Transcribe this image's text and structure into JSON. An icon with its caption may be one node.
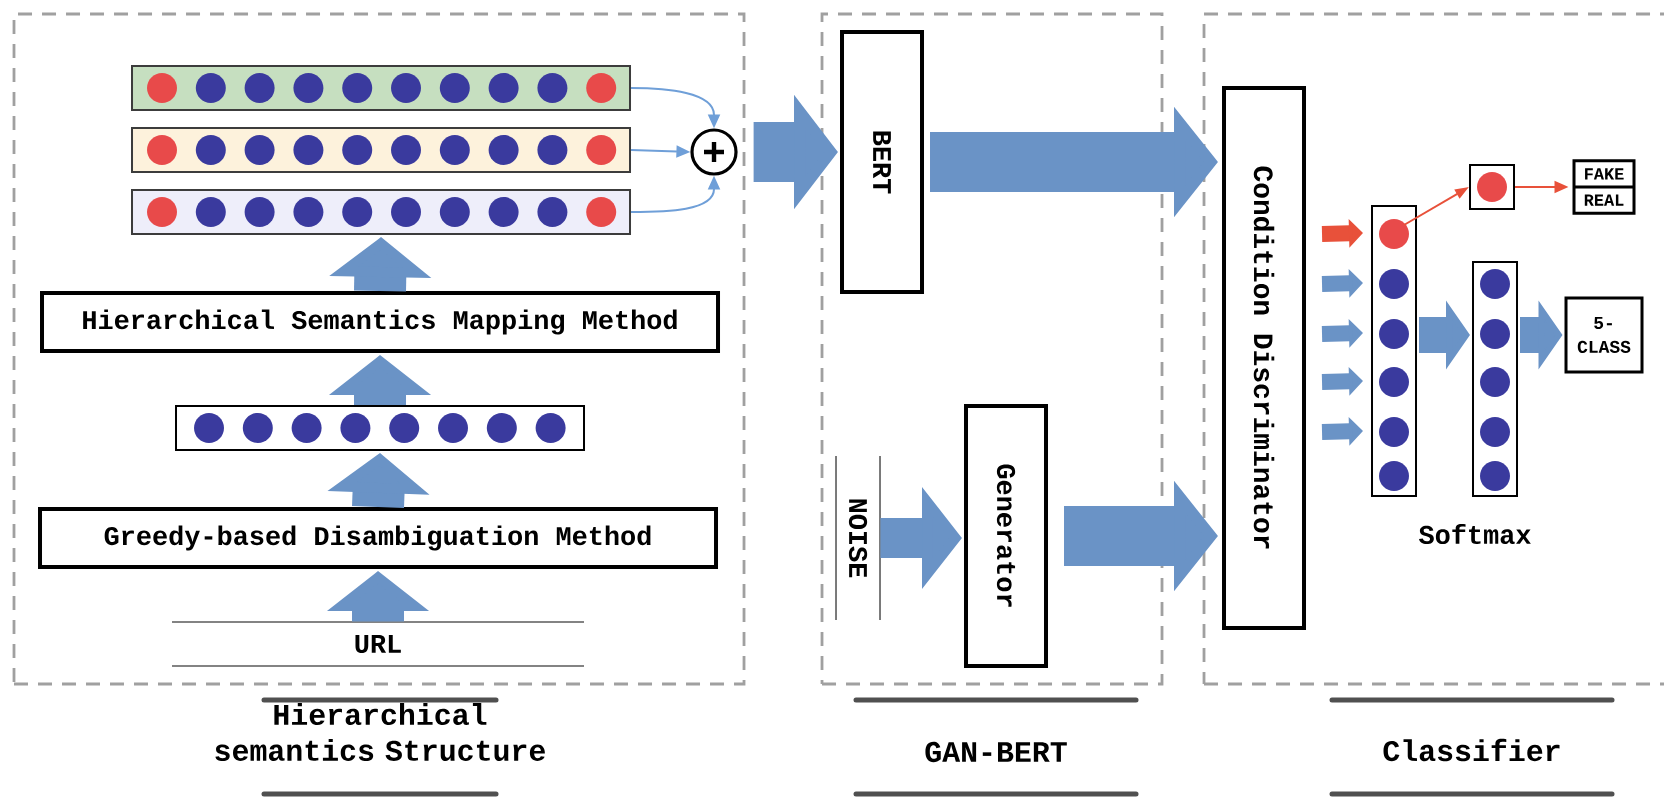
{
  "diagram": {
    "nodes": [
      {
        "text": [
          "Hierarchical semantics Structure"
        ]
      },
      {
        "text": [
          "GAN-BERT"
        ]
      },
      {
        "text": [
          "Classifier"
        ]
      },
      {
        "text": [],
        "shape": "box",
        "in": 0
      },
      {
        "text": [],
        "shape": "box",
        "in": 0
      },
      {
        "text": [],
        "shape": "box",
        "in": 0
      },
      {
        "text": [],
        "shape": "circle",
        "in": 0
      },
      {
        "text": [
          "Hierarchical Semantics Mapping Method"
        ],
        "in": 0
      },
      {
        "text": [],
        "shape": "box",
        "in": 0
      },
      {
        "text": [
          "Greedy-based Disambiguation Method"
        ],
        "in": 0
      },
      {
        "text": [
          "URL"
        ],
        "in": 0
      },
      {
        "text": [
          "BERT"
        ],
        "in": 1
      },
      {
        "text": [
          "NOISE"
        ],
        "in": 1
      },
      {
        "text": [
          "Generator"
        ],
        "in": 1
      },
      {
        "text": [
          "Condition Discriminator"
        ],
        "in": 2
      },
      {
        "text": [],
        "shape": "box",
        "in": 2
      },
      {
        "text": [],
        "shape": "box",
        "in": 2
      },
      {
        "text": [
          "FAKE",
          "REAL"
        ],
        "in": 2
      },
      {
        "text": [],
        "shape": "box",
        "in": 2,
        "beside": [
          "Softmax"
        ]
      },
      {
        "text": [
          "5-CLASS"
        ],
        "in": 2
      }
    ],
    "edges": [
      {
        "from": 3,
        "to": 6,
        "arrow": "to"
      },
      {
        "from": 4,
        "to": 6,
        "arrow": "to"
      },
      {
        "from": 5,
        "to": 6,
        "arrow": "to"
      },
      {
        "from": 6,
        "to": 11,
        "arrow": "to",
        "style": "thick"
      },
      {
        "from": 10,
        "to": 9,
        "arrow": "to",
        "style": "thick"
      },
      {
        "from": 9,
        "to": 8,
        "arrow": "to",
        "style": "thick"
      },
      {
        "from": 8,
        "to": 7,
        "arrow": "to",
        "style": "thick"
      },
      {
        "from": 7,
        "to": 5,
        "arrow": "to",
        "style": "thick"
      },
      {
        "from": 11,
        "to": 14,
        "arrow": "to",
        "style": "thick"
      },
      {
        "from": 12,
        "to": 13,
        "arrow": "to",
        "style": "thick"
      },
      {
        "from": 13,
        "to": 14,
        "arrow": "to",
        "style": "thick"
      },
      {
        "from": 14,
        "to": 15,
        "arrow": "to",
        "color": "#e8513a"
      },
      {
        "from": 14,
        "to": 15,
        "arrow": "to"
      },
      {
        "from": 14,
        "to": 15,
        "arrow": "to"
      },
      {
        "from": 14,
        "to": 15,
        "arrow": "to"
      },
      {
        "from": 14,
        "to": 15,
        "arrow": "to"
      },
      {
        "from": 15,
        "to": 16,
        "arrow": "to",
        "color": "#e8513a"
      },
      {
        "from": 16,
        "to": 17,
        "arrow": "to",
        "color": "#e8513a"
      },
      {
        "from": 15,
        "to": 18,
        "arrow": "to",
        "style": "thick"
      },
      {
        "from": 18,
        "to": 19,
        "arrow": "to",
        "style": "thick"
      }
    ]
  }
}
